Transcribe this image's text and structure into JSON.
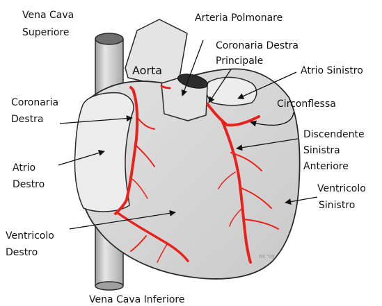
{
  "labels": {
    "vena_cava_superiore_1": "Vena Cava",
    "vena_cava_superiore_2": "Superiore",
    "arteria_polmonare": "Arteria Polmonare",
    "coronaria_destra_principale_1": "Coronaria Destra",
    "coronaria_destra_principale_2": "Principale",
    "atrio_sinistro": "Atrio Sinistro",
    "aorta": "Aorta",
    "coronaria_destra_1": "Coronaria",
    "coronaria_destra_2": "Destra",
    "circonflessa": "Circonflessa",
    "discendente_1": "Discendente",
    "discendente_2": "Sinistra",
    "discendente_3": "Anteriore",
    "atrio_destro_1": "Atrio",
    "atrio_destro_2": "Destro",
    "ventricolo_sinistro_1": "Ventricolo",
    "ventricolo_sinistro_2": "Sinistro",
    "ventricolo_destro_1": "Ventricolo",
    "ventricolo_destro_2": "Destro",
    "vena_cava_inferiore": "Vena Cava Inferiore",
    "signature": "RK '09"
  },
  "colors": {
    "artery": "#e8221b",
    "heart_fill": "#d4d4d4",
    "atrium_fill": "#ececec",
    "vessel_fill": "#cfcfcf",
    "outline": "#2a2a2a"
  }
}
